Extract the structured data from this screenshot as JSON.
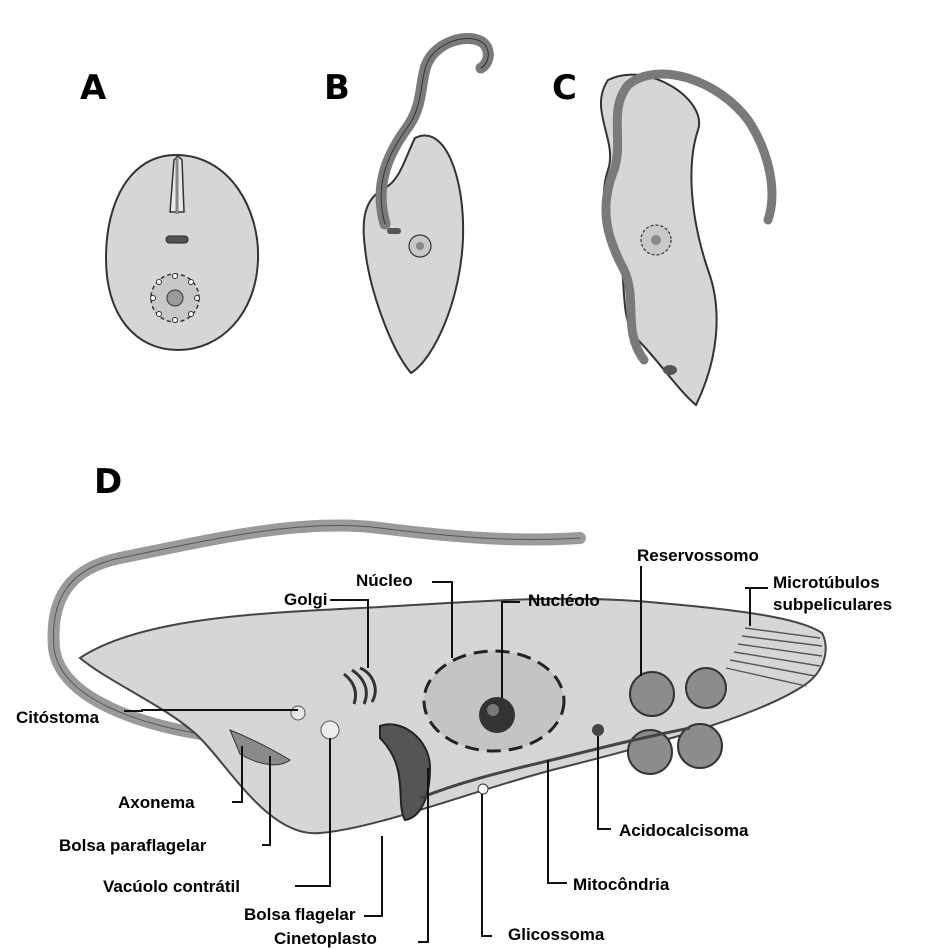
{
  "panels": {
    "a": "A",
    "b": "B",
    "c": "C",
    "d": "D"
  },
  "labels": {
    "golgi": "Golgi",
    "nucleo": "Núcleo",
    "nucleolo": "Nucléolo",
    "reservossomo": "Reservossomo",
    "microtubulos_l1": "Microtúbulos",
    "microtubulos_l2": "subpeliculares",
    "citostoma": "Citóstoma",
    "axonema": "Axonema",
    "bolsa_paraflagelar": "Bolsa paraflagelar",
    "vacuolo_contratil": "Vacúolo contrátil",
    "bolsa_flagelar": "Bolsa flagelar",
    "cinetoplasto": "Cinetoplasto",
    "glicossoma": "Glicossoma",
    "mitocondria": "Mitocôndria",
    "acidocalcisoma": "Acidocalcisoma"
  },
  "colors": {
    "cell_fill": "#d6d6d6",
    "flagellum": "#7a7a7a",
    "outline": "#333333"
  }
}
